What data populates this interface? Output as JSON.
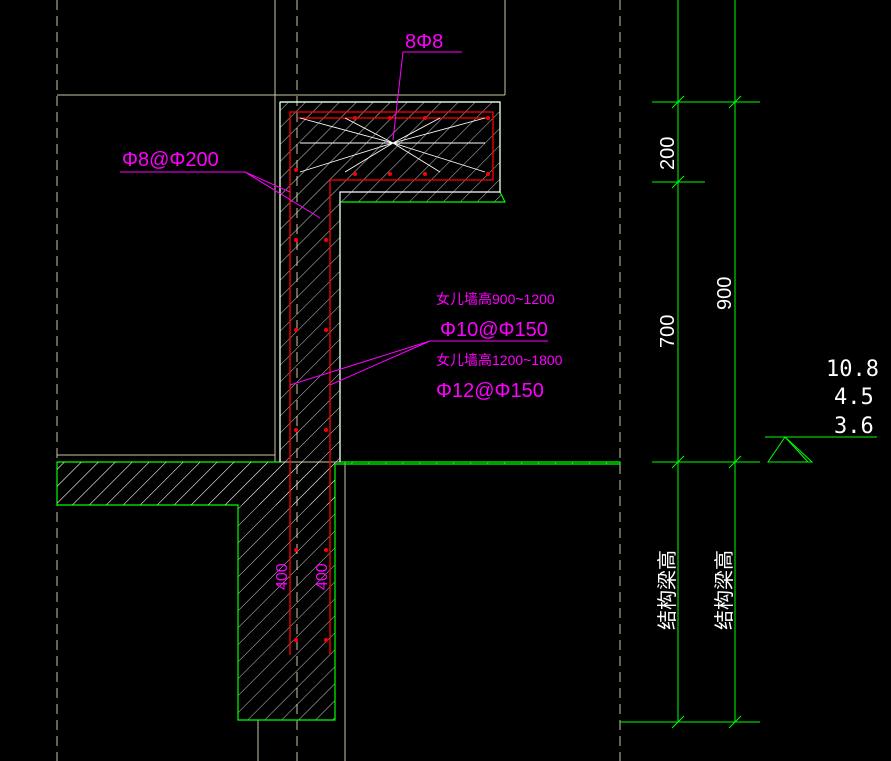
{
  "drawing": {
    "colors": {
      "background": "#000000",
      "outline": "#ffffff",
      "gridline": "#c8c8a0",
      "concrete_edge": "#00ff00",
      "hatch": "#ffffff",
      "rebar": "#ff0000",
      "annotation": "#ff00ff",
      "dimension": "#00ff00",
      "elevation_text": "#ffffff"
    },
    "annotations": {
      "top_bars": "8Φ8",
      "stirrup": "Φ8@Φ200",
      "parapet_note_1": "女儿墙高900~1200",
      "parapet_rebar_1": "Φ10@Φ150",
      "parapet_note_2": "女儿墙高1200~1800",
      "parapet_rebar_2": "Φ12@Φ150",
      "wall_width_left": "400",
      "wall_width_right": "400"
    },
    "dimensions": {
      "d200": "200",
      "d700": "700",
      "d900": "900",
      "beam_height_1": "结构梁高",
      "beam_height_2": "结构梁高"
    },
    "elevations": {
      "e1": "10.8",
      "e2": "4.5",
      "e3": "3.6"
    }
  }
}
